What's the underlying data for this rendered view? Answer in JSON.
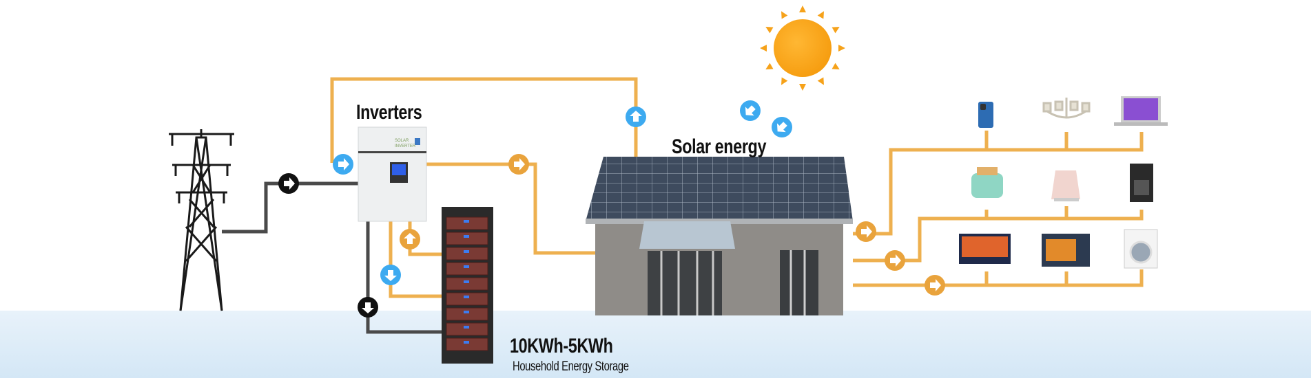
{
  "labels": {
    "inverters": "Inverters",
    "solar_energy": "Solar energy",
    "capacity": "10KWh-5KWh",
    "storage": "Household Energy Storage",
    "inverter_brand_line1": "SOLAR",
    "inverter_brand_line2": "INVERTER"
  },
  "colors": {
    "orange_line": "#f0b050",
    "orange_arrow": "#e9a33c",
    "blue_arrow": "#3daaf0",
    "grid_line": "#4a4a4a",
    "ground": "#deedf8"
  },
  "appliances": [
    "smartphone",
    "chandelier",
    "laptop",
    "toaster",
    "kettle",
    "coffee-maker",
    "television",
    "oven",
    "washing-machine"
  ]
}
